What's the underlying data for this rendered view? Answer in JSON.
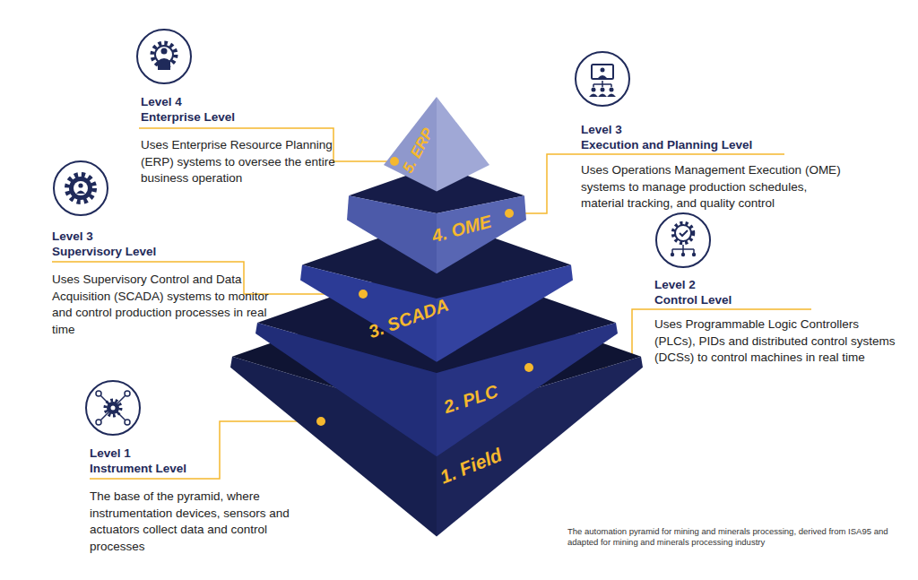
{
  "diagram": {
    "caption": "The automation pyramid for mining and minerals processing, derived from ISA95 and adapted for mining and minerals processing industry",
    "nodes": [
      {
        "text": [
          "5. ERP"
        ]
      },
      {
        "text": [
          "4. OME"
        ]
      },
      {
        "text": [
          "3. SCADA"
        ]
      },
      {
        "text": [
          "2. PLC"
        ]
      },
      {
        "text": [
          "1. Field"
        ]
      }
    ],
    "labels": [
      "Level 4",
      "Enterprise Level",
      "Uses Enterprise Resource Planning (ERP) systems to oversee the entire business operation",
      "Level 3",
      "Execution and Planning Level",
      "Uses Operations Management Execution (OME) systems to manage production schedules, material tracking, and quality control",
      "Level 3",
      "Supervisory Level",
      "Uses Supervisory Control and Data Acquisition (SCADA) systems to monitor and control production processes in real time",
      "Level 2",
      "Control Level",
      "Uses Programmable Logic Controllers (PLCs), PIDs and distributed control systems (DCSs) to control machines in real time",
      "Level 1",
      "Instrument Level",
      "The base of the pyramid, where instrumentation devices, sensors and actuators collect data and control processes"
    ]
  }
}
